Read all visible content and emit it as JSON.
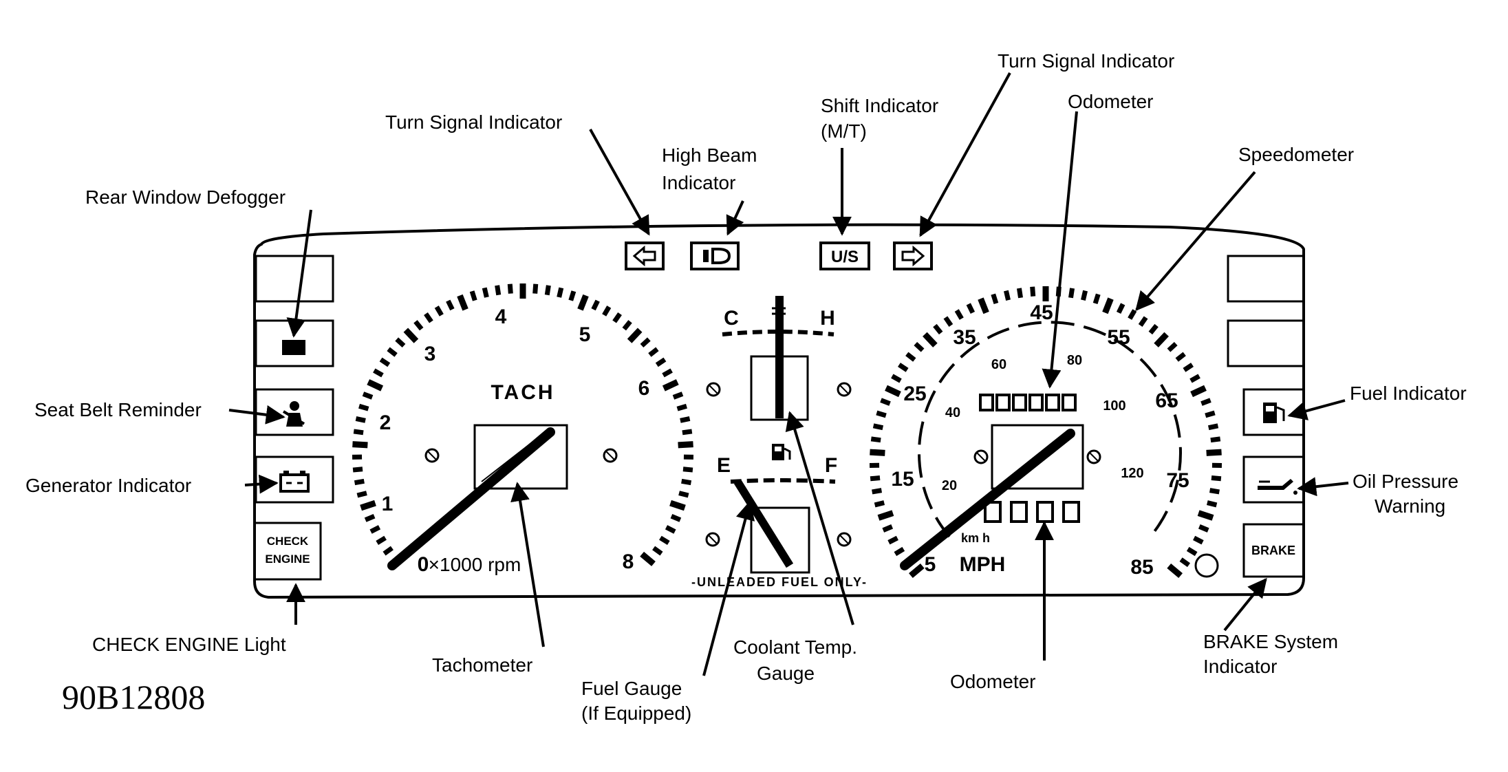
{
  "labels": {
    "turn_signal_left": "Turn Signal Indicator",
    "high_beam_line1": "High Beam",
    "high_beam_line2": "Indicator",
    "shift_line1": "Shift Indicator",
    "shift_line2": "(M/T)",
    "turn_signal_right": "Turn Signal Indicator",
    "odometer_top": "Odometer",
    "speedometer": "Speedometer",
    "rear_window_defogger": "Rear Window Defogger",
    "seat_belt_reminder": "Seat Belt Reminder",
    "generator_indicator": "Generator Indicator",
    "fuel_indicator": "Fuel Indicator",
    "oil_pressure_line1": "Oil Pressure",
    "oil_pressure_line2": "Warning",
    "check_engine_light": "CHECK ENGINE Light",
    "tachometer": "Tachometer",
    "fuel_gauge_line1": "Fuel Gauge",
    "fuel_gauge_line2": "(If Equipped)",
    "coolant_line1": "Coolant Temp.",
    "coolant_line2": "Gauge",
    "odometer_bottom": "Odometer",
    "brake_line1": "BRAKE System",
    "brake_line2": "Indicator"
  },
  "figure_id": "90B12808",
  "tach": {
    "title": "TACH",
    "unit": "×1000 rpm",
    "numbers": [
      "0",
      "1",
      "2",
      "3",
      "4",
      "5",
      "6",
      "8"
    ]
  },
  "speedo": {
    "unit": "MPH",
    "mph_numbers": [
      "5",
      "15",
      "25",
      "35",
      "45",
      "55",
      "65",
      "75",
      "85"
    ],
    "kmh_numbers": [
      "20",
      "40",
      "60",
      "80",
      "100",
      "120"
    ],
    "kmh_unit": "km h"
  },
  "center": {
    "temp_cold": "C",
    "temp_hot": "H",
    "fuel_empty": "E",
    "fuel_full": "F",
    "fuel_note": "-UNLEADED FUEL ONLY-"
  },
  "indicators": {
    "check_line1": "CHECK",
    "check_line2": "ENGINE",
    "brake": "BRAKE",
    "shift": "U/S"
  }
}
